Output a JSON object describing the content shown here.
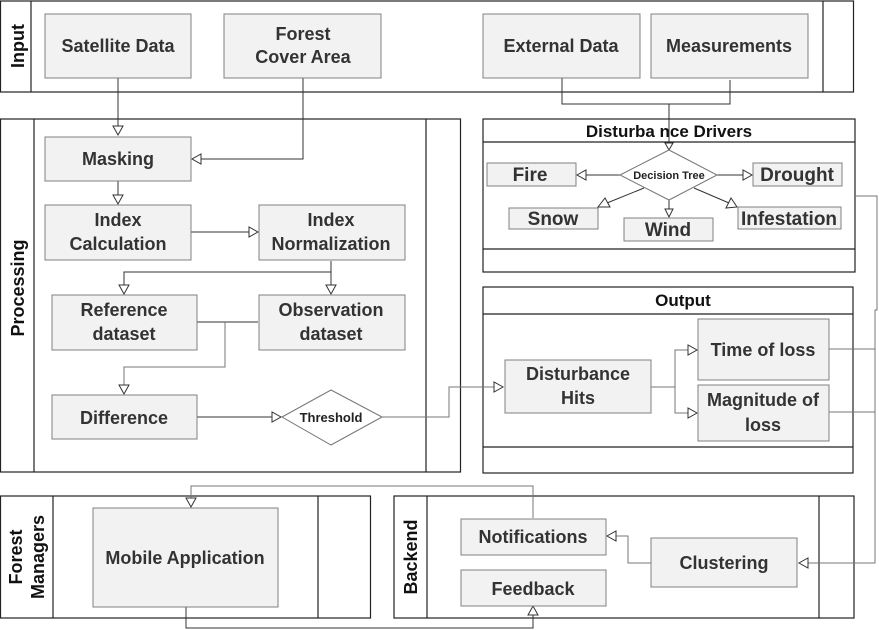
{
  "lanes": {
    "input": "Input",
    "processing": "Processing",
    "forest_managers": [
      "Forest",
      "Managers"
    ],
    "backend": "Backend"
  },
  "containers": {
    "disturbance_drivers": "Disturba nce Drivers",
    "output": "Output"
  },
  "nodes": {
    "satellite_data": [
      "Satellite Data"
    ],
    "forest_cover_area": [
      "Forest",
      "Cover Area"
    ],
    "external_data": [
      "External Data"
    ],
    "measurements": [
      "Measurements"
    ],
    "masking": [
      "Masking"
    ],
    "index_calculation": [
      "Index",
      "Calculation"
    ],
    "index_normalization": [
      "Index",
      "Normalization"
    ],
    "reference_dataset": [
      "Reference",
      "dataset"
    ],
    "observation_dataset": [
      "Observation",
      "dataset"
    ],
    "difference": [
      "Difference"
    ],
    "threshold": [
      "Threshold"
    ],
    "decision_tree": [
      "Decision Tree"
    ],
    "fire": [
      "Fire"
    ],
    "drought": [
      "Drought"
    ],
    "snow": [
      "Snow"
    ],
    "wind": [
      "Wind"
    ],
    "infestation": [
      "Infestation"
    ],
    "disturbance_hits": [
      "Disturbance",
      "Hits"
    ],
    "time_of_loss": [
      "Time of loss"
    ],
    "magnitude_of_loss": [
      "Magnitude of",
      "loss"
    ],
    "mobile_application": [
      "Mobile Application"
    ],
    "notifications": [
      "Notifications"
    ],
    "feedback": [
      "Feedback"
    ],
    "clustering": [
      "Clustering"
    ]
  },
  "edges": [
    {
      "from": "satellite_data",
      "to": "masking"
    },
    {
      "from": "forest_cover_area",
      "to": "masking"
    },
    {
      "from": "external_data",
      "to": "decision_tree"
    },
    {
      "from": "measurements",
      "to": "decision_tree"
    },
    {
      "from": "masking",
      "to": "index_calculation"
    },
    {
      "from": "index_calculation",
      "to": "index_normalization"
    },
    {
      "from": "index_normalization",
      "to": "reference_dataset"
    },
    {
      "from": "index_normalization",
      "to": "observation_dataset"
    },
    {
      "from": "reference_dataset",
      "to": "difference"
    },
    {
      "from": "observation_dataset",
      "to": "difference"
    },
    {
      "from": "difference",
      "to": "threshold"
    },
    {
      "from": "threshold",
      "to": "disturbance_hits"
    },
    {
      "from": "decision_tree",
      "to": "fire"
    },
    {
      "from": "decision_tree",
      "to": "drought"
    },
    {
      "from": "decision_tree",
      "to": "snow"
    },
    {
      "from": "decision_tree",
      "to": "wind"
    },
    {
      "from": "decision_tree",
      "to": "infestation"
    },
    {
      "from": "disturbance_hits",
      "to": "time_of_loss"
    },
    {
      "from": "disturbance_hits",
      "to": "magnitude_of_loss"
    },
    {
      "from": "time_of_loss",
      "to": "clustering"
    },
    {
      "from": "magnitude_of_loss",
      "to": "clustering"
    },
    {
      "from": "disturbance_drivers",
      "to": "clustering"
    },
    {
      "from": "clustering",
      "to": "notifications"
    },
    {
      "from": "notifications",
      "to": "mobile_application"
    },
    {
      "from": "mobile_application",
      "to": "feedback"
    }
  ]
}
